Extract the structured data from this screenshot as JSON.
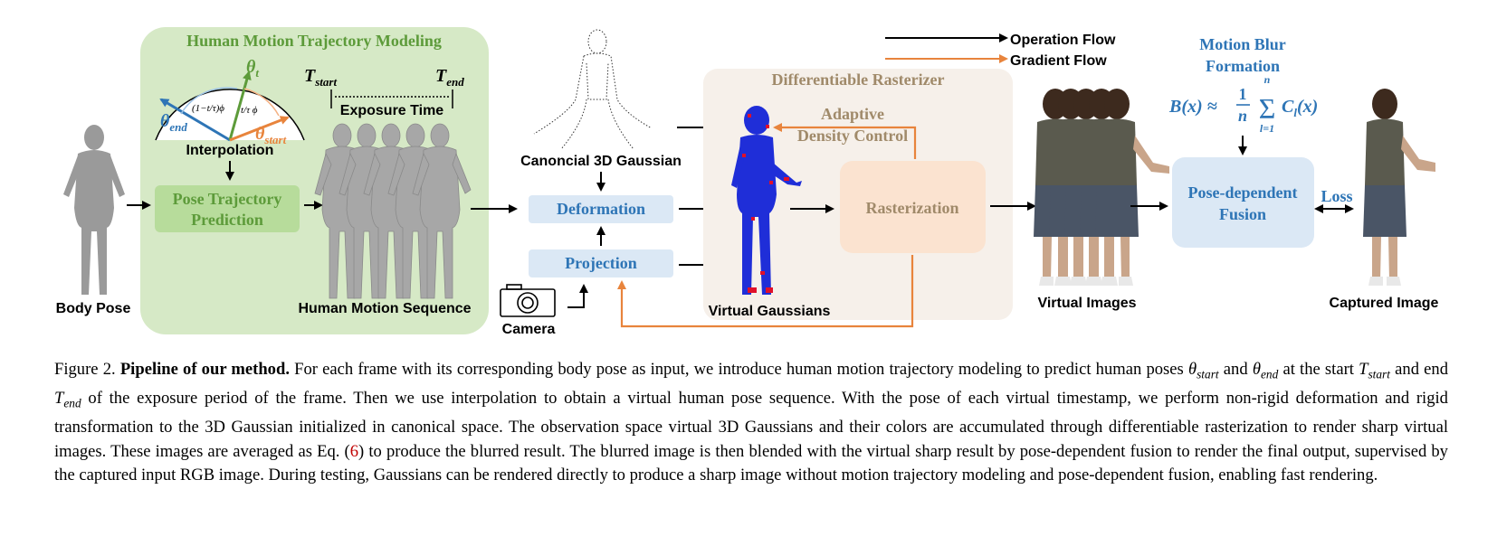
{
  "figure": {
    "modeling_title": "Human Motion Trajectory Modeling",
    "theta_t": "θ",
    "theta_t_sub": "t",
    "theta_end": "θ",
    "theta_end_sub": "end",
    "theta_start": "θ",
    "theta_start_sub": "start",
    "interp_a": "(1−t/τ)ϕ",
    "interp_b": "t/τ ϕ",
    "interpolation": "Interpolation",
    "t_start": "T",
    "t_start_sub": "start",
    "t_end": "T",
    "t_end_sub": "end",
    "exposure_time": "Exposure Time",
    "pose_traj_line1": "Pose Trajectory",
    "pose_traj_line2": "Prediction",
    "body_pose": "Body Pose",
    "human_motion_sequence": "Human Motion Sequence",
    "canonical_gaussian": "Canoncial 3D Gaussian",
    "deformation": "Deformation",
    "projection": "Projection",
    "camera": "Camera",
    "operation_flow": "Operation Flow",
    "gradient_flow": "Gradient Flow",
    "diff_rasterizer": "Differentiable Rasterizer",
    "adaptive_line1": "Adaptive",
    "adaptive_line2": "Density Control",
    "rasterization": "Rasterization",
    "virtual_gaussians": "Virtual Gaussians",
    "virtual_images": "Virtual Images",
    "blur_title_1": "Motion Blur",
    "blur_title_2": "Formation",
    "blur_formula": "B(x) ≈ (1/n) Σ C_l(x)",
    "blur_lhs": "B(x) ≈",
    "blur_frac_num": "1",
    "blur_frac_den": "n",
    "blur_sum_top": "n",
    "blur_sum_bottom": "l=1",
    "blur_term": "C",
    "blur_term_sub": "l",
    "blur_term_arg": "(x)",
    "fusion_line1": "Pose-dependent",
    "fusion_line2": "Fusion",
    "loss": "Loss",
    "captured_image": "Captured Image"
  },
  "caption": {
    "fig_label": "Figure 2.",
    "bold_title": "Pipeline of our method.",
    "s1": "For each frame with its corresponding body pose as input, we introduce human motion trajectory modeling to predict human poses",
    "theta": "θ",
    "start": "start",
    "and": "and",
    "end": "end",
    "s2": "at the start",
    "T": "T",
    "s3": "and end",
    "s4": "of the exposure period of the frame. Then we use interpolation to obtain a virtual human pose sequence. With the pose of each virtual timestamp, we perform non-rigid deformation and rigid transformation to the 3D Gaussian initialized in canonical space. The observation space virtual 3D Gaussians and their colors are accumulated through differentiable rasterization to render sharp virtual images. These images are averaged as Eq. (",
    "eq_ref": "6",
    "s5": ") to produce the blurred result. The blurred image is then blended with the virtual sharp result by pose-dependent fusion to render the final output, supervised by the captured input RGB image. During testing, Gaussians can be rendered directly to produce a sharp image without motion trajectory modeling and pose-dependent fusion, enabling fast rendering."
  },
  "colors": {
    "green_panel": "#d6e9c6",
    "green_box": "#b7dc9b",
    "green_text": "#5d9b3a",
    "blue_box": "#dbe8f5",
    "blue_text": "#2e75b6",
    "orange": "#e8843c",
    "raster_panel": "#f6f0ea",
    "raster_box": "#fbe3d0",
    "raster_text": "#a08a6a",
    "fusion_box": "#dbe8f5"
  }
}
